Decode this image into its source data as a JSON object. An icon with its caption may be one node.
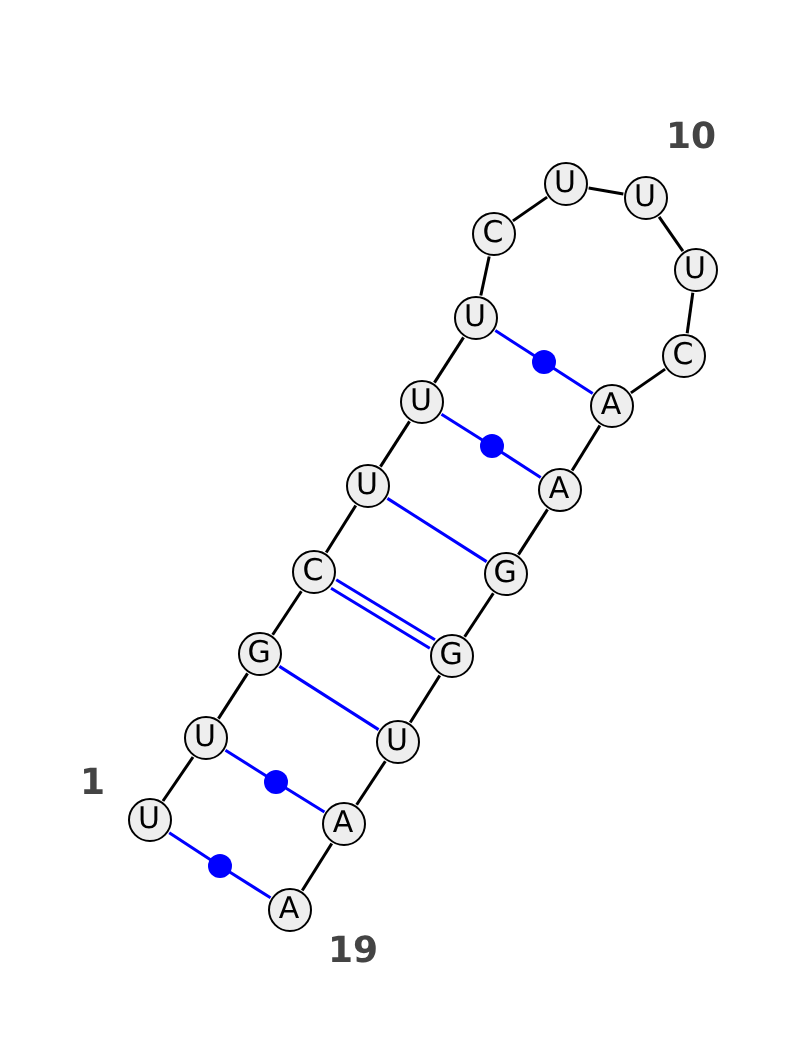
{
  "diagram": {
    "nodes": [
      {
        "text": [
          "U"
        ]
      },
      {
        "text": [
          "U"
        ]
      },
      {
        "text": [
          "G"
        ]
      },
      {
        "text": [
          "C"
        ]
      },
      {
        "text": [
          "U"
        ]
      },
      {
        "text": [
          "U"
        ]
      },
      {
        "text": [
          "U"
        ]
      },
      {
        "text": [
          "C"
        ]
      },
      {
        "text": [
          "U"
        ]
      },
      {
        "text": [
          "U"
        ]
      },
      {
        "text": [
          "U"
        ]
      },
      {
        "text": [
          "C"
        ]
      },
      {
        "text": [
          "A"
        ]
      },
      {
        "text": [
          "A"
        ]
      },
      {
        "text": [
          "G"
        ]
      },
      {
        "text": [
          "G"
        ]
      },
      {
        "text": [
          "U"
        ]
      },
      {
        "text": [
          "A"
        ]
      },
      {
        "text": [
          "A"
        ]
      },
      {
        "text": [],
        "shape": "circle"
      },
      {
        "text": [],
        "shape": "circle"
      },
      {
        "text": [],
        "shape": "circle"
      },
      {
        "text": [],
        "shape": "circle"
      }
    ],
    "edges": [
      {
        "from": 0,
        "to": 1,
        "arrow": "none"
      },
      {
        "from": 1,
        "to": 2,
        "arrow": "none"
      },
      {
        "from": 2,
        "to": 3,
        "arrow": "none"
      },
      {
        "from": 3,
        "to": 4,
        "arrow": "none"
      },
      {
        "from": 4,
        "to": 5,
        "arrow": "none"
      },
      {
        "from": 5,
        "to": 6,
        "arrow": "none"
      },
      {
        "from": 6,
        "to": 7,
        "arrow": "none"
      },
      {
        "from": 7,
        "to": 8,
        "arrow": "none"
      },
      {
        "from": 8,
        "to": 9,
        "arrow": "none"
      },
      {
        "from": 9,
        "to": 10,
        "arrow": "none"
      },
      {
        "from": 10,
        "to": 11,
        "arrow": "none"
      },
      {
        "from": 11,
        "to": 12,
        "arrow": "none"
      },
      {
        "from": 12,
        "to": 13,
        "arrow": "none"
      },
      {
        "from": 13,
        "to": 14,
        "arrow": "none"
      },
      {
        "from": 14,
        "to": 15,
        "arrow": "none"
      },
      {
        "from": 15,
        "to": 16,
        "arrow": "none"
      },
      {
        "from": 16,
        "to": 17,
        "arrow": "none"
      },
      {
        "from": 17,
        "to": 18,
        "arrow": "none"
      },
      {
        "from": 0,
        "to": 19,
        "arrow": "none",
        "color": "#0000ff"
      },
      {
        "from": 19,
        "to": 18,
        "arrow": "none",
        "color": "#0000ff"
      },
      {
        "from": 1,
        "to": 20,
        "arrow": "none",
        "color": "#0000ff"
      },
      {
        "from": 20,
        "to": 17,
        "arrow": "none",
        "color": "#0000ff"
      },
      {
        "from": 2,
        "to": 16,
        "arrow": "none",
        "color": "#0000ff"
      },
      {
        "from": 3,
        "to": 15,
        "arrow": "none",
        "color": "#0000ff"
      },
      {
        "from": 3,
        "to": 15,
        "arrow": "none",
        "color": "#0000ff"
      },
      {
        "from": 4,
        "to": 14,
        "arrow": "none",
        "color": "#0000ff"
      },
      {
        "from": 5,
        "to": 21,
        "arrow": "none",
        "color": "#0000ff"
      },
      {
        "from": 21,
        "to": 13,
        "arrow": "none",
        "color": "#0000ff"
      },
      {
        "from": 6,
        "to": 22,
        "arrow": "none",
        "color": "#0000ff"
      },
      {
        "from": 22,
        "to": 12,
        "arrow": "none",
        "color": "#0000ff"
      }
    ],
    "labels": [
      "10",
      "1",
      "19"
    ]
  }
}
